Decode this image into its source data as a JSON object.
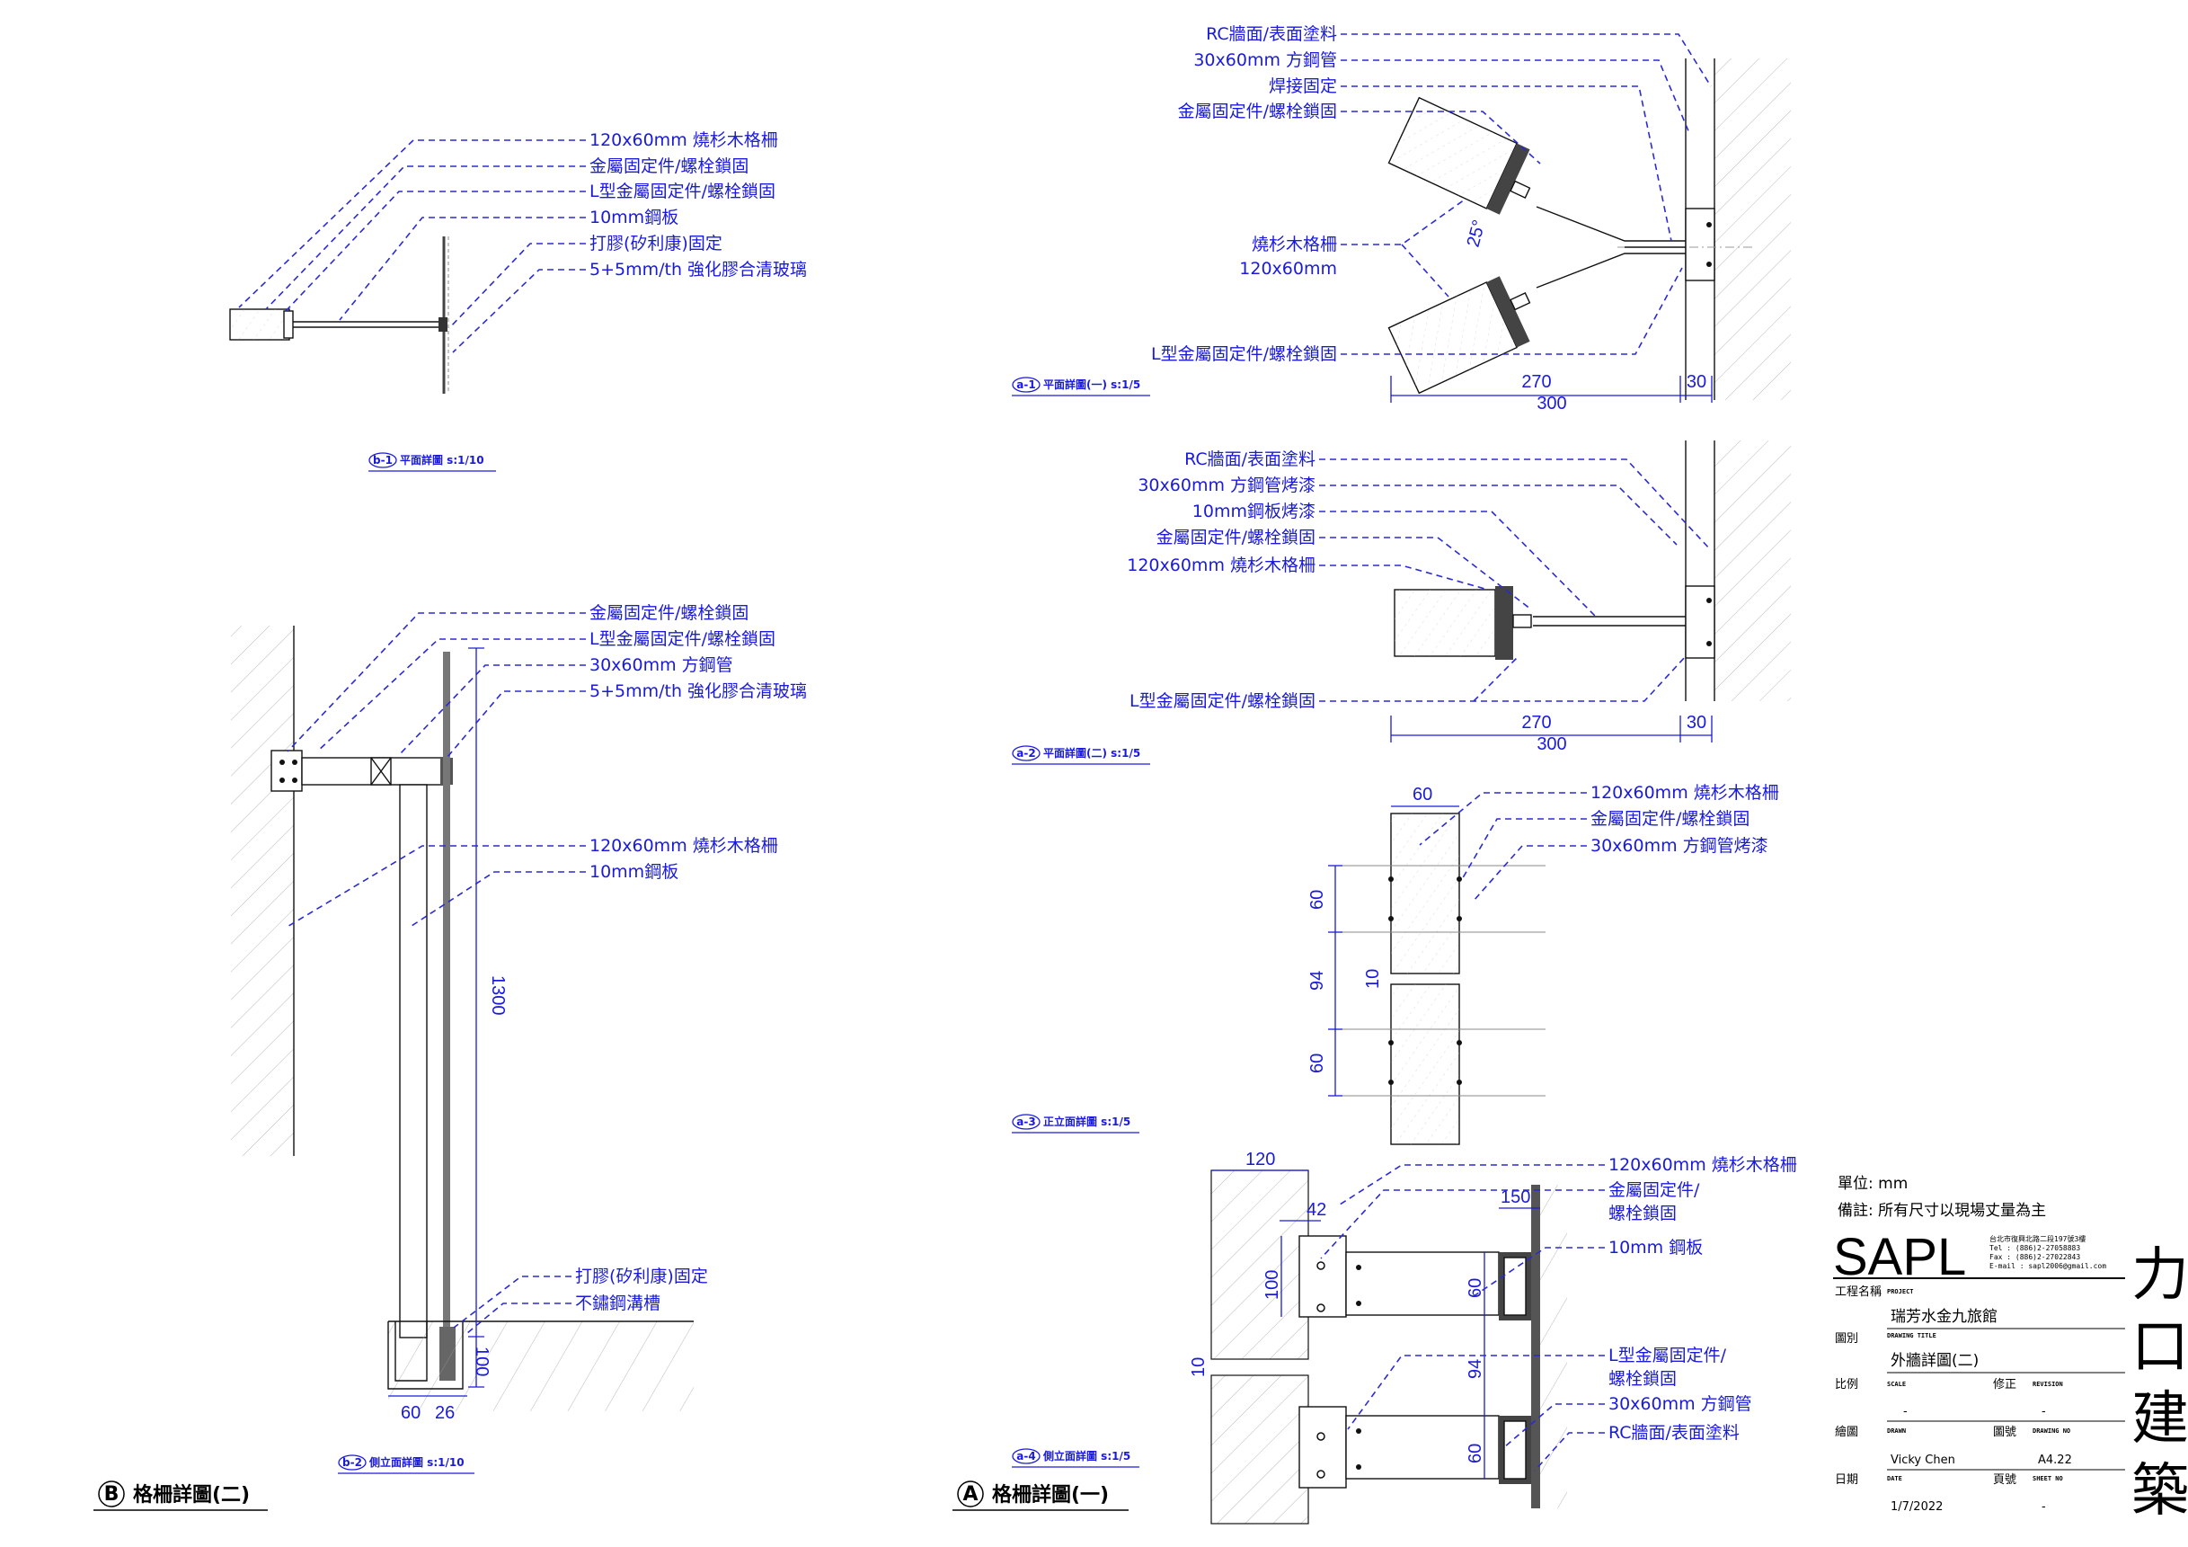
{
  "sheet": {
    "unit_label": "單位: mm",
    "note_label": "備註: 所有尺寸以現場丈量為主",
    "logo": "SAPL",
    "address_lines": [
      "台北市復興北路二段197號3樓",
      "Tel : (886)2-27058883",
      "Fax : (886)2-27022843",
      "E-mail : sapl2006@gmail.com"
    ],
    "firm_chars": [
      "力",
      "口",
      "建",
      "築"
    ],
    "project_label": "工程名稱",
    "project_tag": "PROJECT",
    "project_name": "瑞芳水金九旅館",
    "drawing_label": "圖別",
    "drawing_tag": "DRAWING TITLE",
    "drawing_title": "外牆詳圖(二)",
    "scale_label": "比例",
    "scale_tag": "SCALE",
    "scale_value": "-",
    "revision_label": "修正",
    "revision_tag": "REVISION",
    "revision_value": "-",
    "drawn_label": "繪圖",
    "drawn_tag": "DRAWN",
    "drawn_by": "Vicky Chen",
    "drawing_no_label": "圖號",
    "drawing_no_tag": "DRAWING NO",
    "drawing_no": "A4.22",
    "date_label": "日期",
    "date_tag": "DATE",
    "date": "1/7/2022",
    "sheet_no_label": "頁號",
    "sheet_no_tag": "SHEET NO",
    "sheet_no": "-"
  },
  "titles": {
    "B": {
      "mark": "B",
      "text": "格柵詳圖(二)"
    },
    "A": {
      "mark": "A",
      "text": "格柵詳圖(一)"
    }
  },
  "captions": {
    "b1": {
      "mark": "b-1",
      "text": "平面詳圖 s:1/10"
    },
    "b2": {
      "mark": "b-2",
      "text": "側立面詳圖 s:1/10"
    },
    "a1": {
      "mark": "a-1",
      "text": "平面詳圖(一) s:1/5"
    },
    "a2": {
      "mark": "a-2",
      "text": "平面詳圖(二) s:1/5"
    },
    "a3": {
      "mark": "a-3",
      "text": "正立面詳圖 s:1/5"
    },
    "a4": {
      "mark": "a-4",
      "text": "側立面詳圖 s:1/5"
    }
  },
  "b1_labels": [
    "120x60mm 燒杉木格柵",
    "金屬固定件/螺栓鎖固",
    "L型金屬固定件/螺栓鎖固",
    "10mm鋼板",
    "打膠(矽利康)固定",
    "5+5mm/th 強化膠合清玻璃"
  ],
  "b2_labels_top": [
    "金屬固定件/螺栓鎖固",
    "L型金屬固定件/螺栓鎖固",
    "30x60mm 方鋼管",
    "5+5mm/th 強化膠合清玻璃"
  ],
  "b2_labels_mid": [
    "120x60mm 燒杉木格柵",
    "10mm鋼板"
  ],
  "b2_labels_bot": [
    "打膠(矽利康)固定",
    "不鏽鋼溝槽"
  ],
  "b2_dims": {
    "height": "1300",
    "base": "100",
    "w1": "60",
    "w2": "26"
  },
  "a1_labels_top": [
    "RC牆面/表面塗料",
    "30x60mm 方鋼管",
    "焊接固定",
    "金屬固定件/螺栓鎖固"
  ],
  "a1_label_wood": [
    "燒杉木格柵",
    "120x60mm"
  ],
  "a1_label_bottom": "L型金屬固定件/螺栓鎖固",
  "a1_dims": {
    "d1": "270",
    "d2": "30",
    "total": "300",
    "angle": "25°"
  },
  "a2_labels": [
    "RC牆面/表面塗料",
    "30x60mm 方鋼管烤漆",
    "10mm鋼板烤漆",
    "金屬固定件/螺栓鎖固",
    "120x60mm 燒杉木格柵"
  ],
  "a2_label_bottom": "L型金屬固定件/螺栓鎖固",
  "a2_dims": {
    "d1": "270",
    "d2": "30",
    "total": "300"
  },
  "a3_labels": [
    "120x60mm 燒杉木格柵",
    "金屬固定件/螺栓鎖固",
    "30x60mm 方鋼管烤漆"
  ],
  "a3_dims": {
    "width": "60",
    "v1": "60",
    "v2": "94",
    "gap": "10",
    "v3": "60"
  },
  "a4_labels_top": [
    "120x60mm 燒杉木格柵",
    "金屬固定件/",
    "螺栓鎖固"
  ],
  "a4_label_plate": "10mm 鋼板",
  "a4_labels_bot": [
    "L型金屬固定件/",
    "螺栓鎖固",
    "30x60mm 方鋼管",
    "RC牆面/表面塗料"
  ],
  "a4_dims": {
    "w120": "120",
    "w42": "42",
    "w150": "150",
    "h100": "100",
    "h60a": "60",
    "h94": "94",
    "h10": "10",
    "h60b": "60"
  }
}
